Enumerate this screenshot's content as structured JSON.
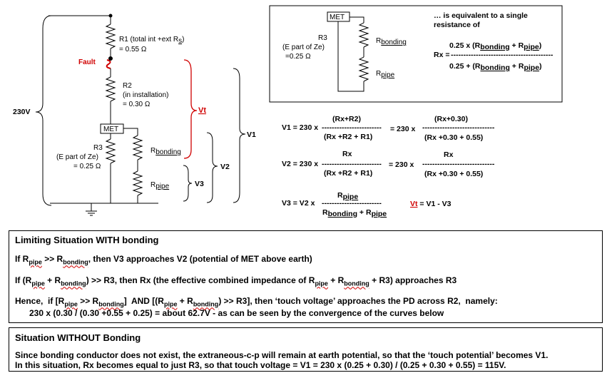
{
  "circuit": {
    "supply_label": "230V",
    "r1": [
      "R1 (total int +ext R",
      ")"
    ],
    "r1_sub": "s",
    "r1_value": "= 0.55 Ω",
    "fault_label": "Fault",
    "r2_lines": [
      "R2",
      "(in installation)",
      "= 0.30 Ω"
    ],
    "met_label": "MET",
    "r3_lines": [
      "R3",
      "(E part of Ze)",
      "= 0.25 Ω"
    ],
    "r_bonding": "R",
    "r_bonding_sub": "bonding",
    "r_pipe": "R",
    "r_pipe_sub": "pipe",
    "vt_label": "Vt",
    "v1_label": "V1",
    "v2_label": "V2",
    "v3_label": "V3"
  },
  "equivalent": {
    "met_label": "MET",
    "r3_lines": [
      "R3",
      "(E part of Ze)",
      "=0.25 Ω"
    ],
    "r_bonding": "R",
    "r_bonding_sub": "bonding",
    "r_pipe": "R",
    "r_pipe_sub": "pipe",
    "title_lines": [
      "… is equivalent to a single",
      "resistance of"
    ],
    "rx_label": "Rx =",
    "numerator": "0.25 x (Rbonding + Rpipe)",
    "dashes": "-----------------------------------------",
    "denominator": "0.25 + (Rbonding + Rpipe)"
  },
  "equations": {
    "v1": {
      "lhs": "V1 = 230 x",
      "num1": "(Rx+R2)",
      "den1": "(Rx +R2 + R1)",
      "mid": "= 230 x",
      "num2": "(Rx+0.30)",
      "den2": "(Rx +0.30 + 0.55)"
    },
    "v2": {
      "lhs": "V2 = 230 x",
      "num1": "Rx",
      "den1": "(Rx +R2 + R1)",
      "mid": "= 230 x",
      "num2": "Rx",
      "den2": "(Rx +0.30 + 0.55)"
    },
    "v3": {
      "lhs": "V3 = V2 x",
      "num": "Rpipe",
      "den": "Rbonding + Rpipe"
    },
    "vt": "Vt = V1 - V3",
    "dashes_short": "------------------------",
    "dashes_long": "-----------------------------"
  },
  "limiting": {
    "title": "Limiting Situation WITH bonding",
    "line1": "If Rpipe >> Rbonding, then V3 approaches V2 (potential of MET above earth)",
    "line2": "If (Rpipe + Rbonding) >> R3, then Rx (the effective combined impedance of Rpipe + Rbonding + R3) approaches R3",
    "line3": "Hence,  if [Rpipe >> Rbonding]  AND [(Rpipe + Rbonding) >> R3], then ‘touch voltage’ approaches the PD across R2,  namely:",
    "line4": "230 x (0.30 / (0.30 +0.55 + 0.25) = about 62.7V - as can be seen by the convergence of the curves below"
  },
  "without": {
    "title": "Situation WITHOUT Bonding",
    "line1": "Since bonding conductor does not exist, the extraneous-c-p will remain at earth potential, so that the ‘touch potential’ becomes V1.",
    "line2": "In this situation, Rx becomes equal to just R3, so that touch voltage = V1 = 230 x (0.25 + 0.30) / (0.25 + 0.30 + 0.55) = 115V."
  },
  "colors": {
    "fault": "#d00000",
    "vt_brace": "#d00000",
    "line": "#000000"
  }
}
